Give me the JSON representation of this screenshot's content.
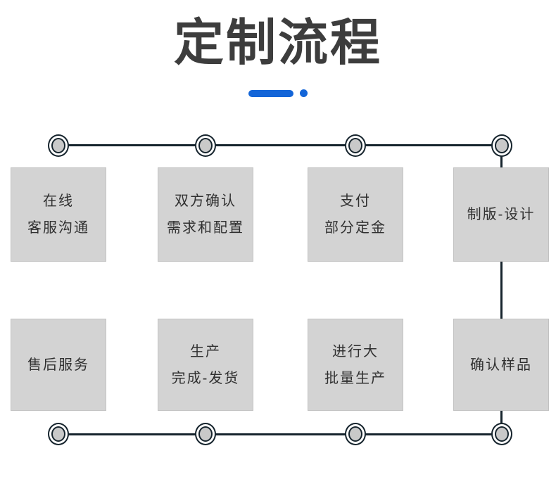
{
  "header": {
    "title": "定制流程"
  },
  "colors": {
    "accent_blue": "#1365d8",
    "connector_dark": "#16242d",
    "box_gray": "#d3d3d3",
    "node_core_gray": "#c9c9c9",
    "title_gray": "#3d3d3d"
  },
  "flow": {
    "top_row": [
      {
        "lines": [
          "在线",
          "客服沟通"
        ]
      },
      {
        "lines": [
          "双方确认",
          "需求和配置"
        ]
      },
      {
        "lines": [
          "支付",
          "部分定金"
        ]
      },
      {
        "lines": [
          "制版-设计"
        ]
      }
    ],
    "bottom_row": [
      {
        "lines": [
          "售后服务"
        ]
      },
      {
        "lines": [
          "生产",
          "完成-发货"
        ]
      },
      {
        "lines": [
          "进行大",
          "批量生产"
        ]
      },
      {
        "lines": [
          "确认样品"
        ]
      }
    ]
  }
}
